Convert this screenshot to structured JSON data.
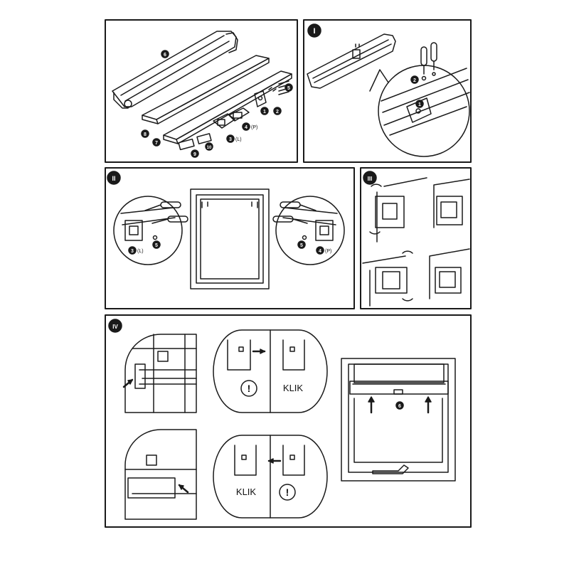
{
  "panels": {
    "panel1": {
      "badge": "I"
    },
    "panel2": {
      "badge": "II"
    },
    "panel3": {
      "badge": "III"
    },
    "panel4": {
      "badge": "IV"
    }
  },
  "parts": {
    "p1": "1",
    "p2": "2",
    "p3": "3",
    "p4": "4",
    "p5": "5",
    "p6": "6",
    "p7": "7",
    "p8": "8",
    "p9": "9",
    "p10": "10",
    "suffix_left": "(L)",
    "suffix_right": "(P)"
  },
  "steps": {
    "click_label": "KLIK",
    "warning_symbol": "!"
  },
  "colors": {
    "ink": "#1a1a1a",
    "badge_fill": "#1a1a1a",
    "paper": "#ffffff"
  }
}
